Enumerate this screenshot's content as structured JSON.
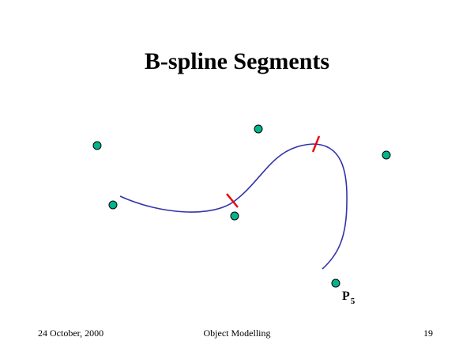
{
  "slide": {
    "title": "B-spline Segments"
  },
  "diagram": {
    "curve_color": "#3333aa",
    "knot_marker_color": "#ee0000",
    "control_point_color": "#00b48c",
    "control_point_label_main": "P",
    "control_point_label_sub": "5"
  },
  "footer": {
    "date": "24 October, 2000",
    "center_text": "Object Modelling",
    "page_number": "19"
  }
}
